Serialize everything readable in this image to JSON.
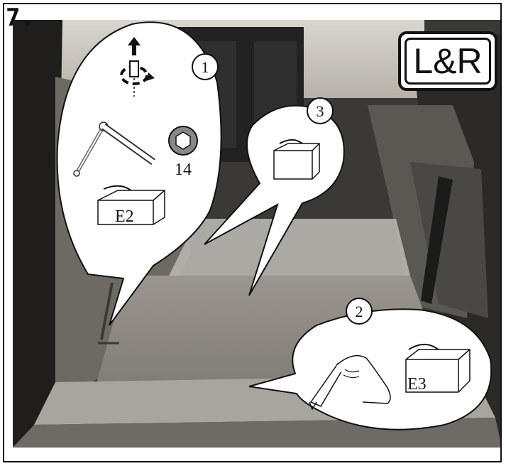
{
  "step": {
    "number": "7."
  },
  "badge": {
    "label": "L&R"
  },
  "callouts": [
    {
      "marker": "1",
      "torque_size": "14",
      "box_label": "E2"
    },
    {
      "marker": "2",
      "box_label": "E3"
    },
    {
      "marker": "3"
    }
  ],
  "colors": {
    "frame": "#111111",
    "photo_dark": "#2a2a28",
    "photo_floor": "#8a8780",
    "bubble": "#ffffff"
  }
}
